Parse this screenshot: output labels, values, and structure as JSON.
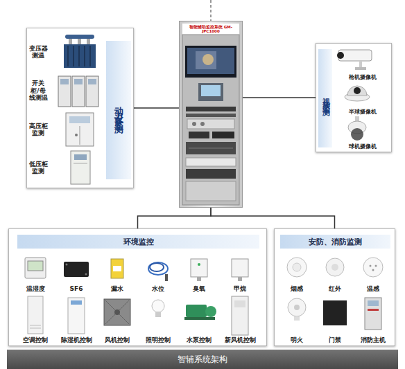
{
  "diagram": {
    "caption": "智辅系统架构",
    "nodes": [
      {
        "text": [
          "动力设备监测"
        ]
      },
      {
        "text": [
          "变压器测温"
        ],
        "in": 0
      },
      {
        "text": [
          "开关柜/母线测温"
        ],
        "in": 0
      },
      {
        "text": [
          "高压柜监测"
        ],
        "in": 0
      },
      {
        "text": [
          "低压柜监测"
        ],
        "in": 0
      },
      {
        "text": [
          "智能辅助监控系统 GM-JPC1000"
        ]
      },
      {
        "text": [
          "视频监测"
        ]
      },
      {
        "text": [
          "枪机摄像机"
        ],
        "in": 6
      },
      {
        "text": [
          "半球摄像机"
        ],
        "in": 6
      },
      {
        "text": [
          "球机摄像机"
        ],
        "in": 6
      },
      {
        "text": [
          "环境监控"
        ]
      },
      {
        "text": [
          "温湿度"
        ],
        "in": 10
      },
      {
        "text": [
          "SF6"
        ],
        "in": 10
      },
      {
        "text": [
          "漏水"
        ],
        "in": 10
      },
      {
        "text": [
          "水位"
        ],
        "in": 10
      },
      {
        "text": [
          "臭氧"
        ],
        "in": 10
      },
      {
        "text": [
          "甲烷"
        ],
        "in": 10
      },
      {
        "text": [
          "空调控制"
        ],
        "in": 10
      },
      {
        "text": [
          "除湿机控制"
        ],
        "in": 10
      },
      {
        "text": [
          "风机控制"
        ],
        "in": 10
      },
      {
        "text": [
          "照明控制"
        ],
        "in": 10
      },
      {
        "text": [
          "水泵控制"
        ],
        "in": 10
      },
      {
        "text": [
          "新风机控制"
        ],
        "in": 10
      },
      {
        "text": [
          "安防、消防监测"
        ]
      },
      {
        "text": [
          "烟感"
        ],
        "in": 23
      },
      {
        "text": [
          "红外"
        ],
        "in": 23
      },
      {
        "text": [
          "温感"
        ],
        "in": 23
      },
      {
        "text": [
          "明火"
        ],
        "in": 23
      },
      {
        "text": [
          "门禁"
        ],
        "in": 23
      },
      {
        "text": [
          "消防主机"
        ],
        "in": 23
      }
    ],
    "edges": [
      {
        "from": 5,
        "to": 0,
        "arrow": "none"
      },
      {
        "from": 5,
        "to": 6,
        "arrow": "none"
      },
      {
        "from": 5,
        "to": 10,
        "arrow": "none"
      },
      {
        "from": 5,
        "to": 23,
        "arrow": "none"
      }
    ]
  }
}
